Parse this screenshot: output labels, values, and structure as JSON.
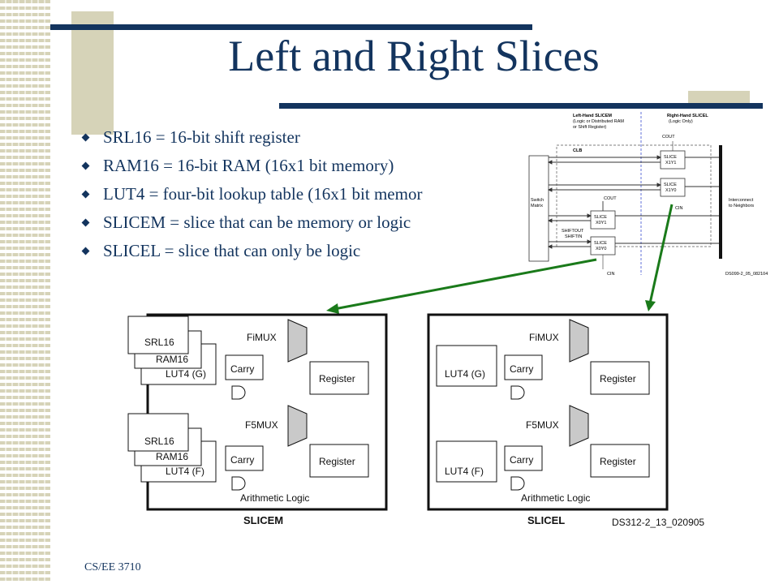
{
  "slide": {
    "title": "Left and Right Slices",
    "bullets": [
      "SRL16 = 16-bit shift register",
      "RAM16 = 16-bit RAM (16x1 bit memory)",
      "LUT4 = four-bit lookup table (16x1 bit memor",
      "SLICEM = slice that can be memory or logic",
      "SLICEL = slice that can only be logic"
    ],
    "footer": "CS/EE 3710"
  },
  "colors": {
    "title": "#13345e",
    "accent_bar": "#13345e",
    "tan": "#d6d3b8",
    "arrow": "#1a7a1a"
  },
  "clb_figure": {
    "left_heading": "Left-Hand SLICEM",
    "left_sub1": "(Logic or Distributed RAM",
    "left_sub2": "or Shift Register)",
    "right_heading": "Right-Hand SLICEL",
    "right_sub": "(Logic Only)",
    "clb": "CLB",
    "cout_top": "COUT",
    "cout_mid": "COUT",
    "cin_right": "CIN",
    "cin_bottom": "CIN",
    "switch1": "Switch",
    "switch2": "Matrix",
    "slice_label": "SLICE",
    "x1y1": "X1Y1",
    "x1y0": "X1Y0",
    "x0y1": "X0Y1",
    "x0y0": "X0Y0",
    "shiftout": "SHIFTOUT",
    "shiftin": "SHIFTIN",
    "interconnect1": "Interconnect",
    "interconnect2": "to Neighbors",
    "code": "DS099-2_05_082104"
  },
  "slice_figure": {
    "fimux": "FiMUX",
    "f5mux": "F5MUX",
    "srl16": "SRL16",
    "ram16": "RAM16",
    "lut4_g": "LUT4 (G)",
    "lut4_f": "LUT4 (F)",
    "carry": "Carry",
    "register": "Register",
    "arith": "Arithmetic Logic",
    "slicem": "SLICEM",
    "slicel": "SLICEL",
    "code": "DS312-2_13_020905"
  }
}
